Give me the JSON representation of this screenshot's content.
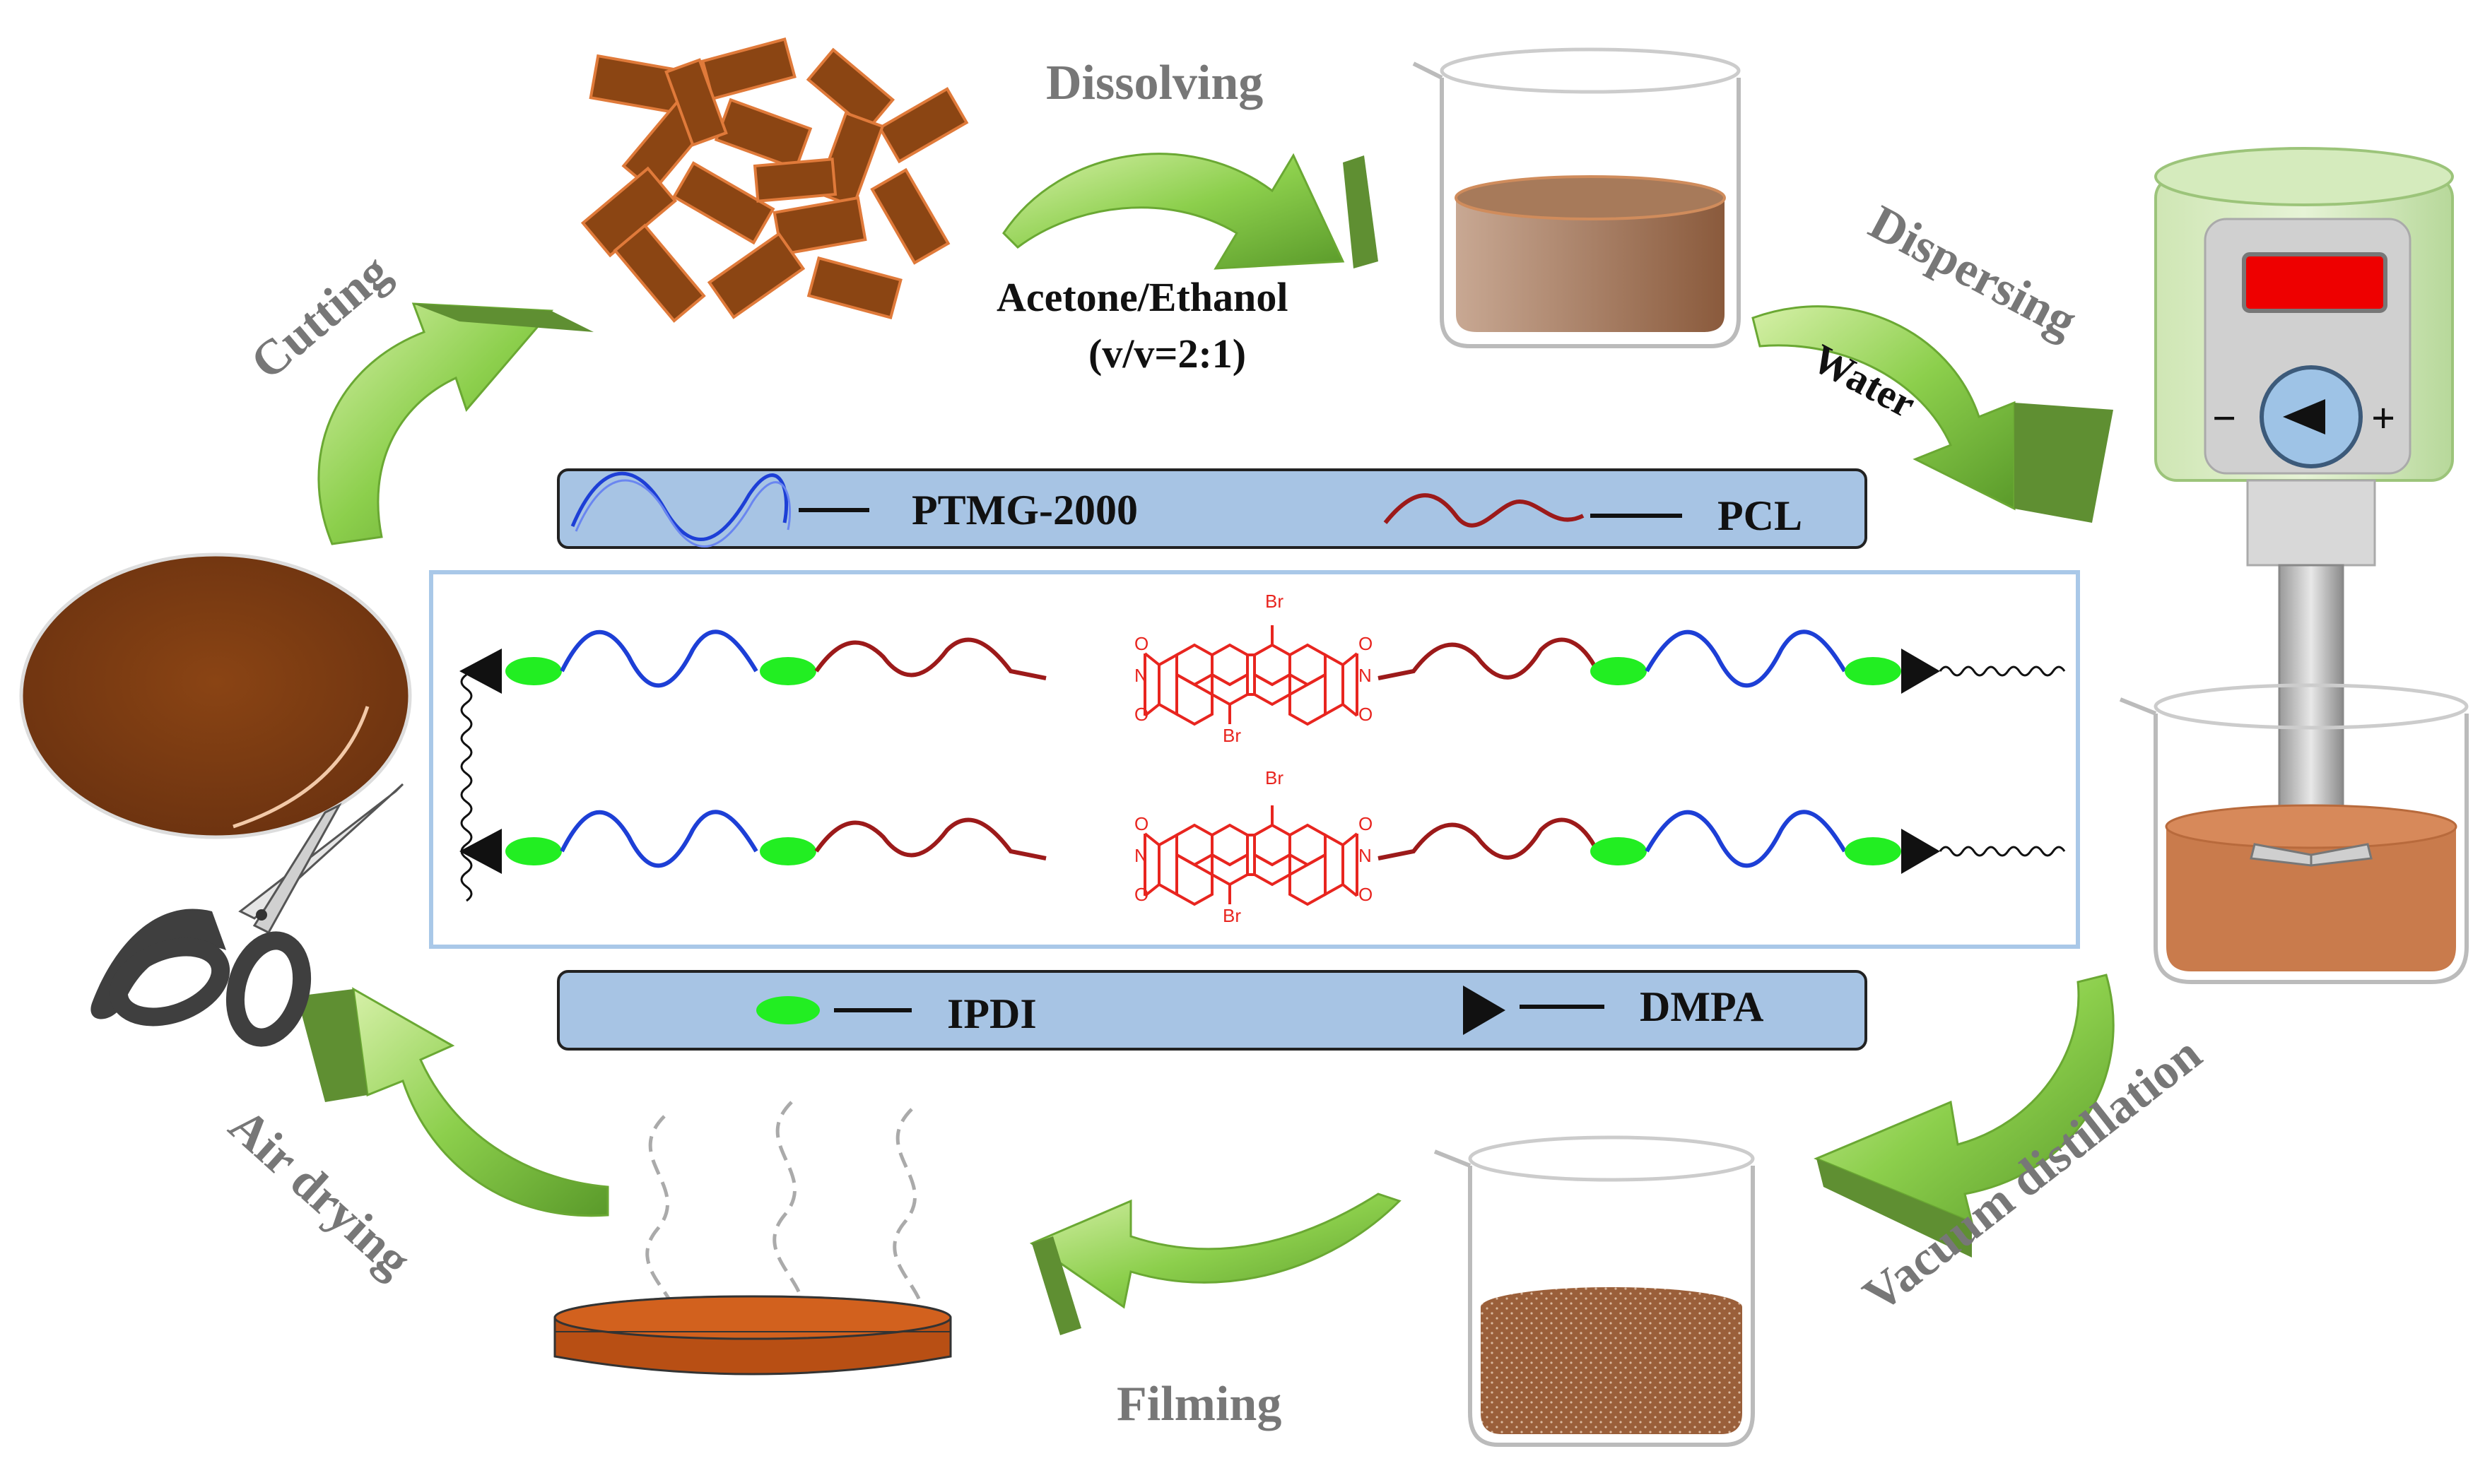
{
  "steps": {
    "cutting": "Cutting",
    "dissolving": "Dissolving",
    "dispersing": "Dispersing",
    "water": "Water",
    "vacuum": "Vacuum distillation",
    "filming": "Filming",
    "air_drying": "Air drying"
  },
  "solvent": {
    "line1": "Acetone/Ethanol",
    "line2": "(v/v=2:1)"
  },
  "legend_top": {
    "ptmg": "PTMG-2000",
    "pcl": "PCL"
  },
  "legend_bottom": {
    "ipdi": "IPDI",
    "dmpa": "DMPA"
  },
  "chemistry": {
    "br": "Br",
    "n": "N",
    "o": "O"
  },
  "mixer": {
    "minus": "−",
    "plus": "+"
  },
  "colors": {
    "arrow_green": "#7cc242",
    "polyurethane_brown": "#7f3d12",
    "ptmg_blue": "#1d3fd6",
    "pcl_red": "#9c1a1a",
    "perylene_red": "#e8251f",
    "ipdi_green": "#22ee22",
    "legend_bar": "#a7c4e4"
  }
}
